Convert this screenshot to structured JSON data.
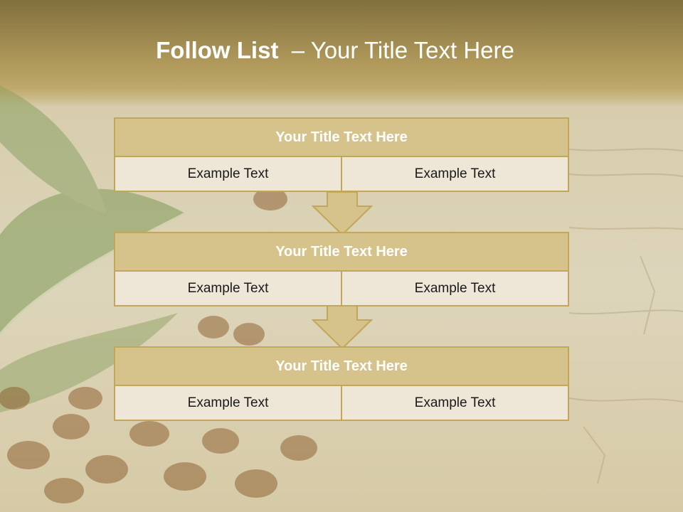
{
  "header": {
    "title_bold": "Follow List",
    "title_rest": "  – Your Title Text Here"
  },
  "steps": [
    {
      "title": "Your Title Text Here",
      "cells": [
        "Example Text",
        "Example Text"
      ]
    },
    {
      "title": "Your Title Text Here",
      "cells": [
        "Example Text",
        "Example Text"
      ]
    },
    {
      "title": "Your Title Text Here",
      "cells": [
        "Example Text",
        "Example Text"
      ]
    }
  ],
  "colors": {
    "accent_border": "#c2a659",
    "title_fill": "#d6c28b",
    "cell_fill": "#eee7d8",
    "arrow_fill": "#d6c28b"
  },
  "decorations": [
    "coffee-leaf",
    "coffee-beans",
    "wood-texture"
  ]
}
